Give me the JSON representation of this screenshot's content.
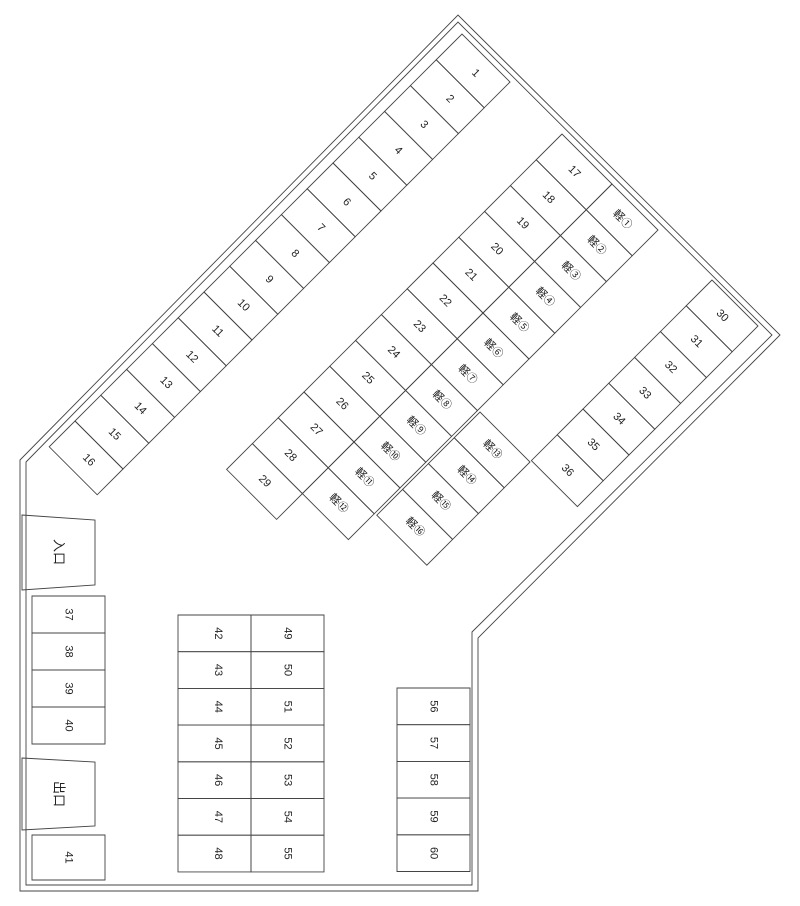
{
  "entrance_label": "入口",
  "exit_label": "出口",
  "rows": {
    "north": [
      "1",
      "2",
      "3",
      "4",
      "5",
      "6",
      "7",
      "8",
      "9",
      "10",
      "11",
      "12",
      "13",
      "14",
      "15",
      "16"
    ],
    "middle_outer": [
      "17",
      "18",
      "19",
      "20",
      "21",
      "22",
      "23",
      "24",
      "25",
      "26",
      "27",
      "28",
      "29"
    ],
    "middle_inner": [
      "軽①",
      "軽②",
      "軽③",
      "軽④",
      "軽⑤",
      "軽⑥",
      "軽⑦",
      "軽⑧",
      "軽⑨",
      "軽⑩",
      "軽⑪",
      "軽⑫"
    ],
    "east_outer": [
      "30",
      "31",
      "32",
      "33",
      "34",
      "35",
      "36"
    ],
    "east_inner": [
      "軽⑬",
      "軽⑭",
      "軽⑮",
      "軽⑯"
    ],
    "west": [
      "37",
      "38",
      "39",
      "40"
    ],
    "west_single": [
      "41"
    ],
    "center_left": [
      "42",
      "43",
      "44",
      "45",
      "46",
      "47",
      "48"
    ],
    "center_right": [
      "49",
      "50",
      "51",
      "52",
      "53",
      "54",
      "55"
    ],
    "east_column": [
      "56",
      "57",
      "58",
      "59",
      "60"
    ]
  }
}
